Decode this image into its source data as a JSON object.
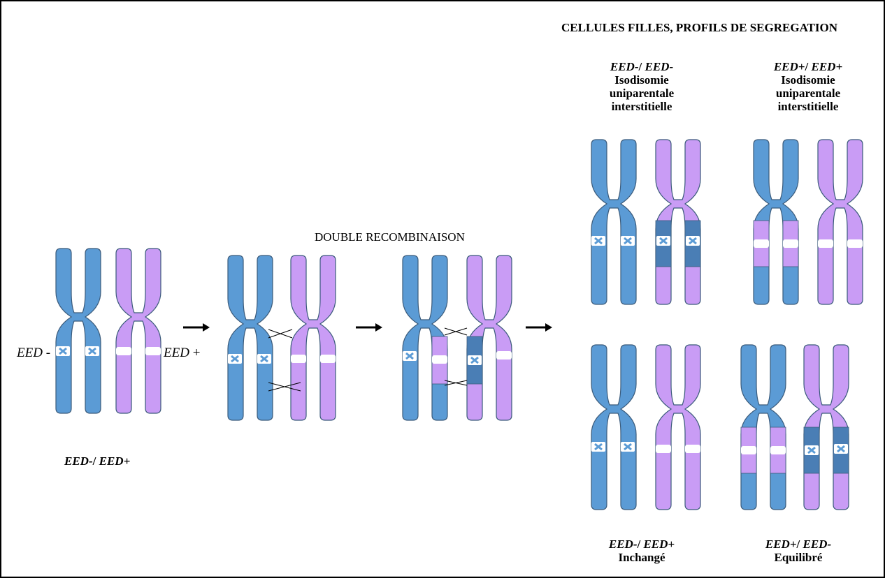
{
  "title": "CELLULES FILLES, PROFILS DE SEGREGATION",
  "middle_title": "DOUBLE RECOMBINAISON",
  "left": {
    "label_minus": "EED",
    "label_minus_sign": " -",
    "label_plus": "EED",
    "label_plus_sign": " +",
    "genotype_a": "EED-",
    "genotype_sep": "/ ",
    "genotype_b": "EED+"
  },
  "outcomes": [
    {
      "genotype_a": "EED-",
      "sep": "/ ",
      "genotype_b": "EED-",
      "lines": [
        "Isodisomie",
        "uniparentale",
        "interstitielle"
      ]
    },
    {
      "genotype_a": "EED+",
      "sep": "/ ",
      "genotype_b": "EED+",
      "lines": [
        "Isodisomie",
        "uniparentale",
        "interstitielle"
      ]
    },
    {
      "genotype_a": "EED-",
      "sep": "/ ",
      "genotype_b": "EED+",
      "lines": [
        "Inchangé"
      ]
    },
    {
      "genotype_a": "EED+",
      "sep": "/ ",
      "genotype_b": "EED-",
      "lines": [
        "Equilibré"
      ]
    }
  ],
  "colors": {
    "blue": "#5b9bd5",
    "blue_dark_segment": "#4a7eb5",
    "purple": "#c99cf5",
    "outline": "#3a5a7a",
    "marker_white": "#ffffff"
  },
  "icons": [
    "arrow-right-icon",
    "crossover-cross-icon",
    "mutation-marker-icon"
  ]
}
